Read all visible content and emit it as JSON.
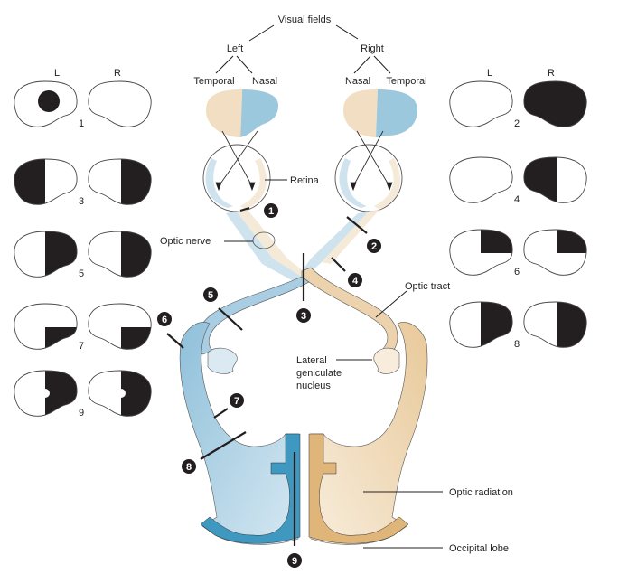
{
  "title": "Visual fields",
  "tree": {
    "left": "Left",
    "right": "Right",
    "left_temporal": "Temporal",
    "left_nasal": "Nasal",
    "right_nasal": "Nasal",
    "right_temporal": "Temporal"
  },
  "field_headers": {
    "left_panel": {
      "L": "L",
      "R": "R"
    },
    "right_panel": {
      "L": "L",
      "R": "R"
    }
  },
  "defects": [
    {
      "id": "1",
      "left_eye": "central scotoma",
      "right_eye": "normal"
    },
    {
      "id": "2",
      "left_eye": "normal",
      "right_eye": "complete loss"
    },
    {
      "id": "3",
      "left_eye": "temporal half loss",
      "right_eye": "temporal half loss"
    },
    {
      "id": "4",
      "left_eye": "normal",
      "right_eye": "nasal half loss"
    },
    {
      "id": "5",
      "left_eye": "right half loss",
      "right_eye": "right half loss"
    },
    {
      "id": "6",
      "left_eye": "upper right quadrant loss",
      "right_eye": "upper right quadrant loss"
    },
    {
      "id": "7",
      "left_eye": "lower right quadrant loss",
      "right_eye": "lower right quadrant loss"
    },
    {
      "id": "8",
      "left_eye": "right half loss",
      "right_eye": "right half loss"
    },
    {
      "id": "9",
      "left_eye": "right half loss with macular sparing",
      "right_eye": "right half loss with macular sparing"
    }
  ],
  "labels": {
    "retina": "Retina",
    "optic_nerve": "Optic nerve",
    "optic_tract": "Optic tract",
    "lgn_line1": "Lateral",
    "lgn_line2": "geniculate",
    "lgn_line3": "nucleus",
    "optic_radiation": "Optic radiation",
    "occipital_lobe": "Occipital lobe"
  },
  "lesion_badges": [
    "1",
    "2",
    "3",
    "4",
    "5",
    "6",
    "7",
    "8",
    "9"
  ],
  "colors": {
    "temporal_tan": "#f2dfc3",
    "nasal_blue": "#9cc8de",
    "pathway_blue_light": "#cfe3ee",
    "pathway_tan_light": "#f5e9d7",
    "cortex_blue": "#3e98c0",
    "cortex_tan": "#e0b57a",
    "defect_black": "#231f20"
  }
}
